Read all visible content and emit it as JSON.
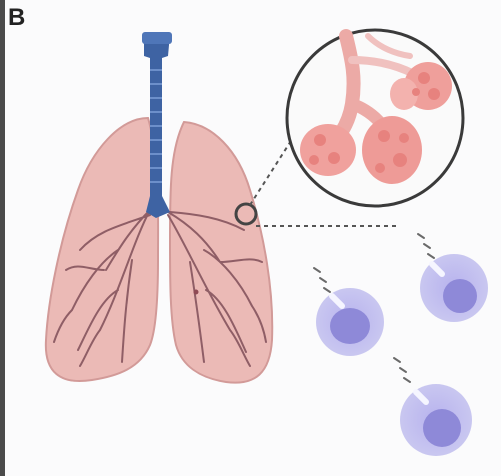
{
  "panel": {
    "letter": "B"
  },
  "colors": {
    "lung_fill": "#e9b7b4",
    "lung_stroke": "#c98b89",
    "airway": "#8a5a63",
    "trachea": "#3f5f93",
    "alveoli": "#ef9e9a",
    "cell_outer": "#b8b6e8",
    "cell_inner": "#8f8ad6",
    "particle": "#6f6f6f",
    "magnifier_circle": "#3a3a3a"
  },
  "icons": {
    "lungs": "lungs-illustration",
    "trachea": "trachea-illustration",
    "magnifier": "zoom-callout-circle",
    "alveoli": "alveoli-cluster",
    "cells": "immune-cell"
  }
}
